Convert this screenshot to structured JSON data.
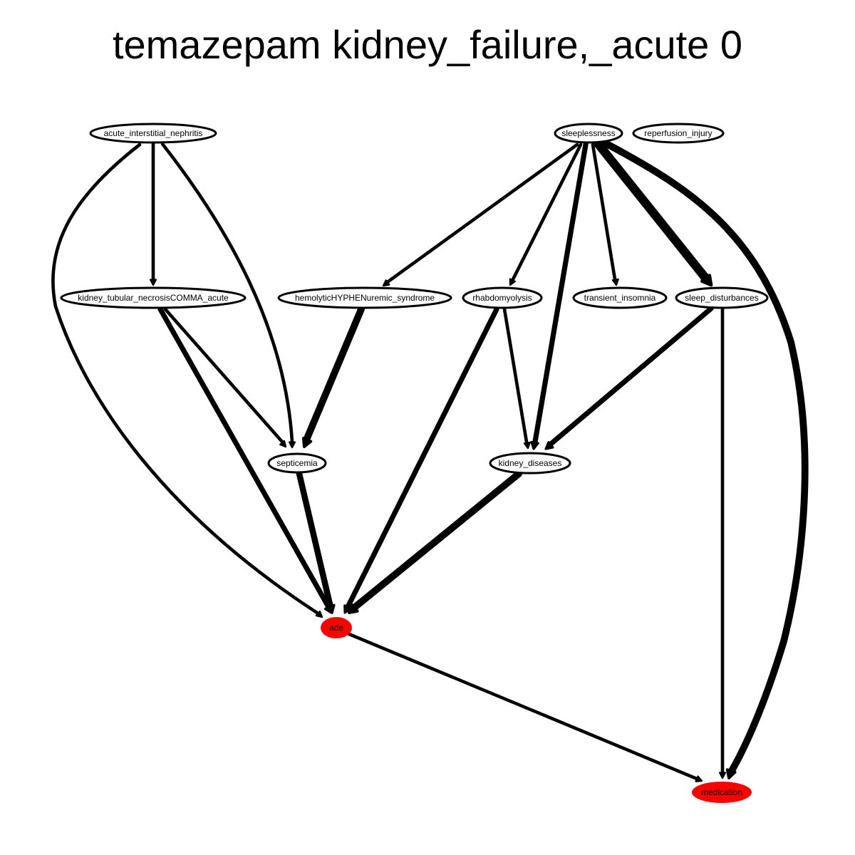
{
  "title": "temazepam kidney_failure,_acute 0",
  "colors": {
    "background": "#ffffff",
    "node_stroke": "#000000",
    "node_fill": "#ffffff",
    "highlight_fill": "#ff0000",
    "edge": "#000000"
  },
  "nodes": [
    {
      "id": "acute_interstitial_nephritis",
      "label": "acute_interstitial_nephritis",
      "highlight": false
    },
    {
      "id": "sleeplessness",
      "label": "sleeplessness",
      "highlight": false
    },
    {
      "id": "reperfusion_injury",
      "label": "reperfusion_injury",
      "highlight": false
    },
    {
      "id": "kidney_tubular_necrosis_acute",
      "label": "kidney_tubular_necrosisCOMMA_acute",
      "highlight": false
    },
    {
      "id": "hemolytic_uremic_syndrome",
      "label": "hemolyticHYPHENuremic_syndrome",
      "highlight": false
    },
    {
      "id": "rhabdomyolysis",
      "label": "rhabdomyolysis",
      "highlight": false
    },
    {
      "id": "transient_insomnia",
      "label": "transient_insomnia",
      "highlight": false
    },
    {
      "id": "sleep_disturbances",
      "label": "sleep_disturbances",
      "highlight": false
    },
    {
      "id": "septicemia",
      "label": "septicemia",
      "highlight": false
    },
    {
      "id": "kidney_diseases",
      "label": "kidney_diseases",
      "highlight": false
    },
    {
      "id": "ade",
      "label": "ade",
      "highlight": true
    },
    {
      "id": "medication",
      "label": "medication",
      "highlight": true
    }
  ],
  "edges": [
    {
      "from": "acute_interstitial_nephritis",
      "to": "kidney_tubular_necrosis_acute",
      "weight": 1
    },
    {
      "from": "acute_interstitial_nephritis",
      "to": "septicemia",
      "weight": 1
    },
    {
      "from": "acute_interstitial_nephritis",
      "to": "ade",
      "weight": 1
    },
    {
      "from": "sleeplessness",
      "to": "hemolytic_uremic_syndrome",
      "weight": 1
    },
    {
      "from": "sleeplessness",
      "to": "rhabdomyolysis",
      "weight": 1
    },
    {
      "from": "sleeplessness",
      "to": "kidney_diseases",
      "weight": 2
    },
    {
      "from": "sleeplessness",
      "to": "transient_insomnia",
      "weight": 1
    },
    {
      "from": "sleeplessness",
      "to": "sleep_disturbances",
      "weight": 4
    },
    {
      "from": "sleeplessness",
      "to": "medication",
      "weight": 3
    },
    {
      "from": "kidney_tubular_necrosis_acute",
      "to": "ade",
      "weight": 2
    },
    {
      "from": "kidney_tubular_necrosis_acute",
      "to": "septicemia",
      "weight": 1
    },
    {
      "from": "hemolytic_uremic_syndrome",
      "to": "septicemia",
      "weight": 3
    },
    {
      "from": "rhabdomyolysis",
      "to": "ade",
      "weight": 2
    },
    {
      "from": "rhabdomyolysis",
      "to": "kidney_diseases",
      "weight": 1
    },
    {
      "from": "sleep_disturbances",
      "to": "kidney_diseases",
      "weight": 2
    },
    {
      "from": "sleep_disturbances",
      "to": "medication",
      "weight": 1
    },
    {
      "from": "septicemia",
      "to": "ade",
      "weight": 2.5
    },
    {
      "from": "kidney_diseases",
      "to": "ade",
      "weight": 3
    },
    {
      "from": "ade",
      "to": "medication",
      "weight": 1
    }
  ]
}
